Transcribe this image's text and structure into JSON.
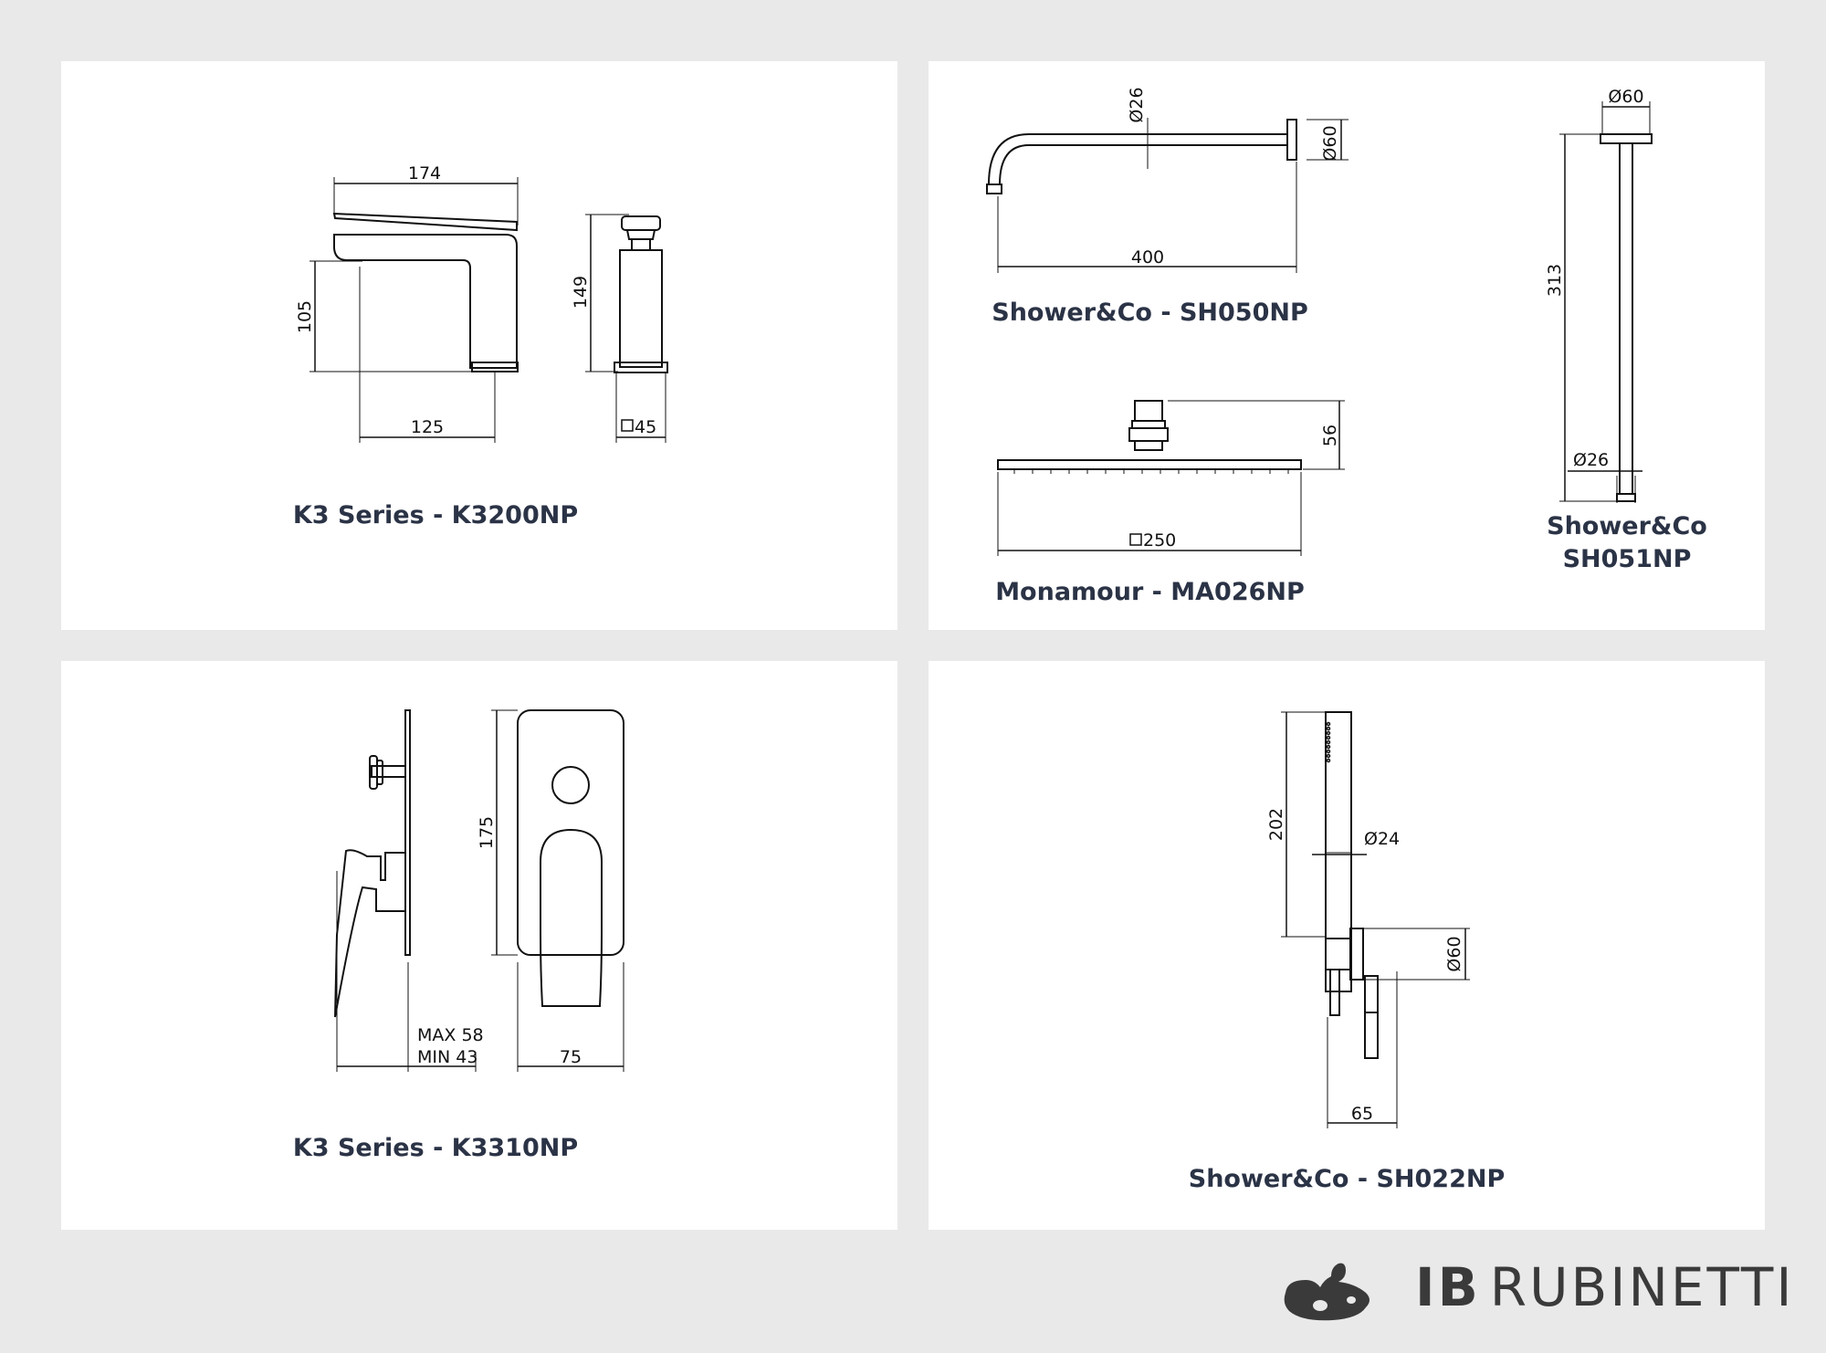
{
  "panels": {
    "k3200": {
      "caption": "K3 Series - K3200NP",
      "dims": {
        "width_top": "174",
        "height_left": "105",
        "bottom": "125",
        "side_height": "149",
        "side_base": "45"
      }
    },
    "sh050": {
      "caption": "Shower&Co - SH050NP",
      "dims": {
        "pipe_diameter": "Ø26",
        "flange_diameter": "Ø60",
        "length": "400"
      }
    },
    "ma026": {
      "caption": "Monamour - MA026NP",
      "dims": {
        "height": "56",
        "width": "250"
      }
    },
    "sh051": {
      "caption_line1": "Shower&Co",
      "caption_line2": "SH051NP",
      "dims": {
        "top_diameter": "Ø60",
        "length": "313",
        "bottom_diameter": "Ø26"
      }
    },
    "k3310": {
      "caption": "K3 Series - K3310NP",
      "dims": {
        "height": "175",
        "max": "MAX 58",
        "min": "MIN 43",
        "width": "75"
      }
    },
    "sh022": {
      "caption": "Shower&Co - SH022NP",
      "dims": {
        "length": "202",
        "handle_diameter": "Ø24",
        "bracket_diameter": "Ø60",
        "depth": "65"
      }
    }
  },
  "logo": {
    "brand_bold": "IB",
    "brand_rest": "RUBINETTI"
  }
}
